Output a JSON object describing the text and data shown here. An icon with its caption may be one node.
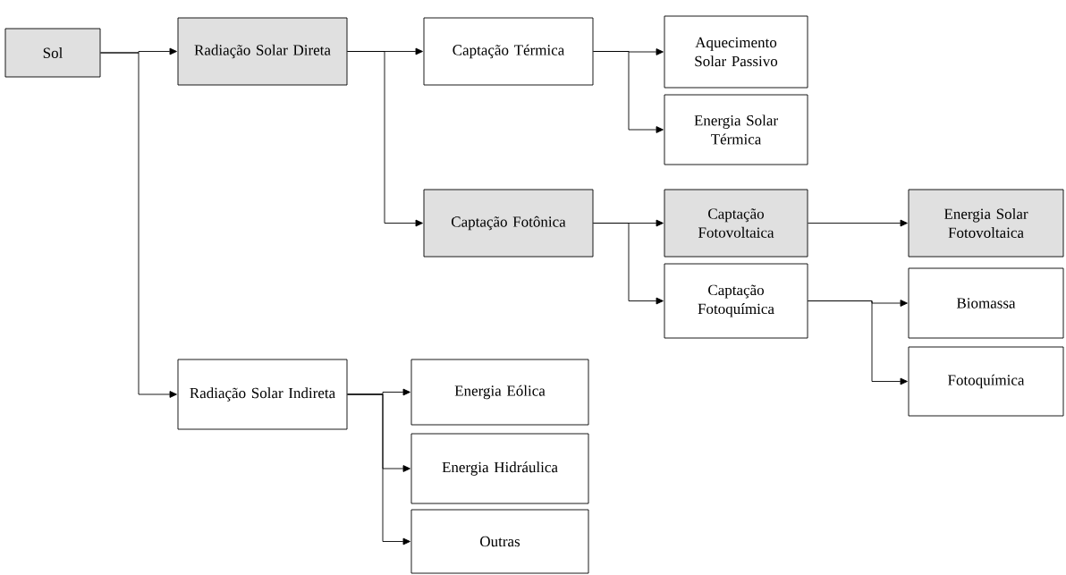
{
  "diagram": {
    "nodes": [
      {
        "text": [
          "Sol"
        ]
      },
      {
        "text": [
          "Radiação Solar Direta"
        ]
      },
      {
        "text": [
          "Captação Térmica"
        ]
      },
      {
        "text": [
          "Aquecimento Solar Passivo"
        ]
      },
      {
        "text": [
          "Energia Solar Térmica"
        ]
      },
      {
        "text": [
          "Captação Fotônica"
        ]
      },
      {
        "text": [
          "Captação Fotovoltaica"
        ]
      },
      {
        "text": [
          "Energia Solar Fotovoltaica"
        ]
      },
      {
        "text": [
          "Captação Fotoquímica"
        ]
      },
      {
        "text": [
          "Biomassa"
        ]
      },
      {
        "text": [
          "Fotoquímica"
        ]
      },
      {
        "text": [
          "Radiação Solar Indireta"
        ]
      },
      {
        "text": [
          "Energia Eólica"
        ]
      },
      {
        "text": [
          "Energia Hidráulica"
        ]
      },
      {
        "text": [
          "Outras"
        ]
      }
    ],
    "edges": [
      {
        "from": 0,
        "to": 1,
        "arrow": "to"
      },
      {
        "from": 0,
        "to": 11,
        "arrow": "to"
      },
      {
        "from": 1,
        "to": 2,
        "arrow": "to"
      },
      {
        "from": 1,
        "to": 5,
        "arrow": "to"
      },
      {
        "from": 2,
        "to": 3,
        "arrow": "to"
      },
      {
        "from": 2,
        "to": 4,
        "arrow": "to"
      },
      {
        "from": 5,
        "to": 6,
        "arrow": "to"
      },
      {
        "from": 5,
        "to": 8,
        "arrow": "to"
      },
      {
        "from": 6,
        "to": 7,
        "arrow": "to"
      },
      {
        "from": 8,
        "to": 9,
        "arrow": "to"
      },
      {
        "from": 8,
        "to": 10,
        "arrow": "to"
      },
      {
        "from": 11,
        "to": 12,
        "arrow": "to"
      },
      {
        "from": 11,
        "to": 13,
        "arrow": "to"
      },
      {
        "from": 11,
        "to": 14,
        "arrow": "to"
      }
    ]
  }
}
